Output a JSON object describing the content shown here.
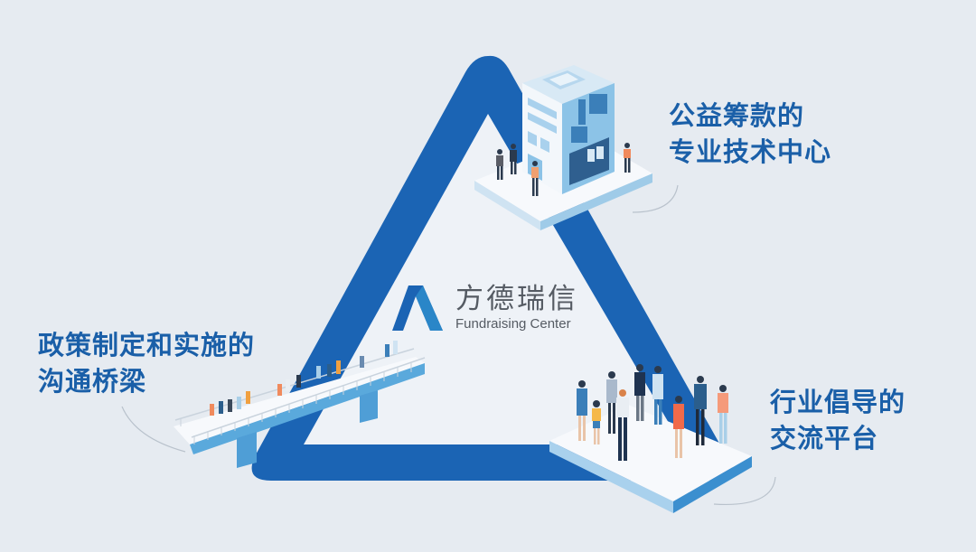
{
  "diagram": {
    "type": "triangle-cycle",
    "center_brand": {
      "name_cn": "方德瑞信",
      "name_en": "Fundraising Center"
    },
    "nodes": [
      {
        "id": "top-right",
        "line1": "公益筹款的",
        "line2": "专业技术中心",
        "illustration": "office-building-with-people"
      },
      {
        "id": "left",
        "line1": "政策制定和实施的",
        "line2": "沟通桥梁",
        "illustration": "bridge-with-people-walking"
      },
      {
        "id": "bottom-right",
        "line1": "行业倡导的",
        "line2": "交流平台",
        "illustration": "platform-with-group-discussion"
      }
    ]
  },
  "colors": {
    "background": "#e6ebf1",
    "triangle_blue": "#1b64b4",
    "triangle_interior": "#eef2f7",
    "label_blue": "#1a5fa8",
    "accent_light_blue": "#5aa9dc",
    "logo_gray": "#555b63"
  }
}
